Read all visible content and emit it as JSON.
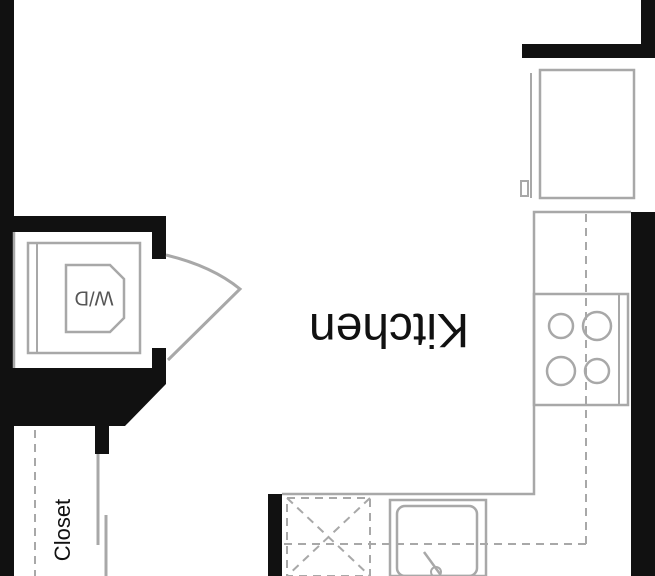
{
  "labels": {
    "kitchen": "Kitchen",
    "closet": "Closet",
    "washer_dryer": "W/D"
  },
  "colors": {
    "wall": "#111111",
    "fixture_stroke": "#a8a8a8",
    "background": "#ffffff"
  }
}
